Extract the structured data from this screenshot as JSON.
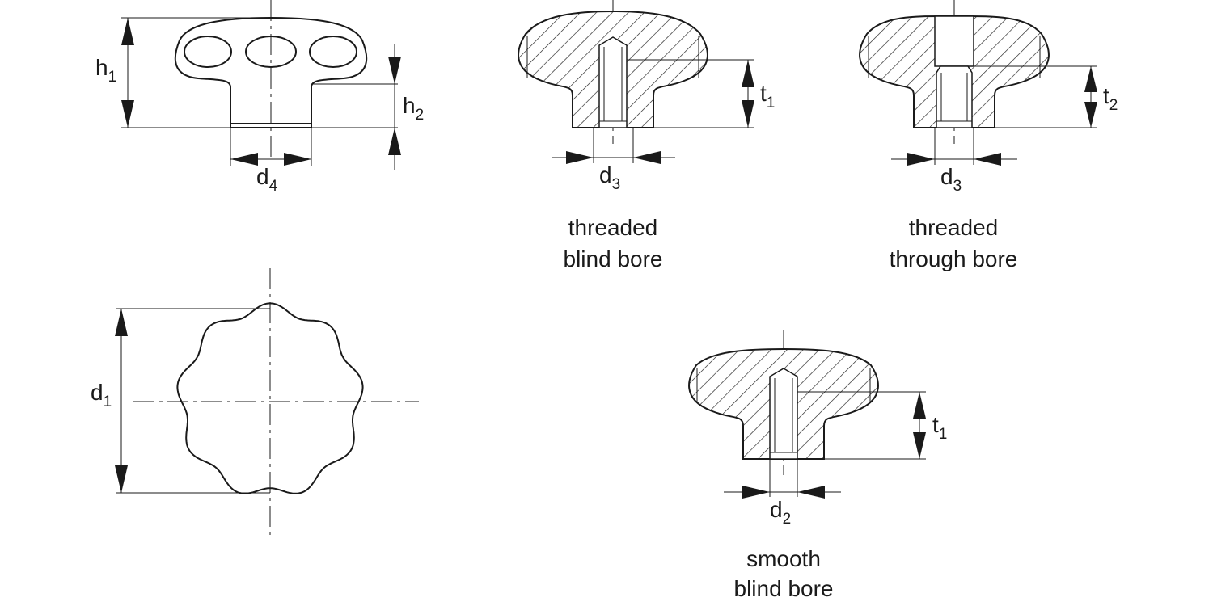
{
  "side_view": {
    "dims": {
      "h1": {
        "main": "h",
        "sub": "1"
      },
      "h2": {
        "main": "h",
        "sub": "2"
      },
      "d4": {
        "main": "d",
        "sub": "4"
      }
    }
  },
  "top_view": {
    "dims": {
      "d1": {
        "main": "d",
        "sub": "1"
      }
    }
  },
  "section_threaded_blind": {
    "caption": [
      "threaded",
      "blind bore"
    ],
    "dims": {
      "t1": {
        "main": "t",
        "sub": "1"
      },
      "d3": {
        "main": "d",
        "sub": "3"
      }
    }
  },
  "section_threaded_through": {
    "caption": [
      "threaded",
      "through bore"
    ],
    "dims": {
      "t2": {
        "main": "t",
        "sub": "2"
      },
      "d3": {
        "main": "d",
        "sub": "3"
      }
    }
  },
  "section_smooth_blind": {
    "caption": [
      "smooth",
      "blind bore"
    ],
    "dims": {
      "t1": {
        "main": "t",
        "sub": "1"
      },
      "d2": {
        "main": "d",
        "sub": "2"
      }
    }
  }
}
